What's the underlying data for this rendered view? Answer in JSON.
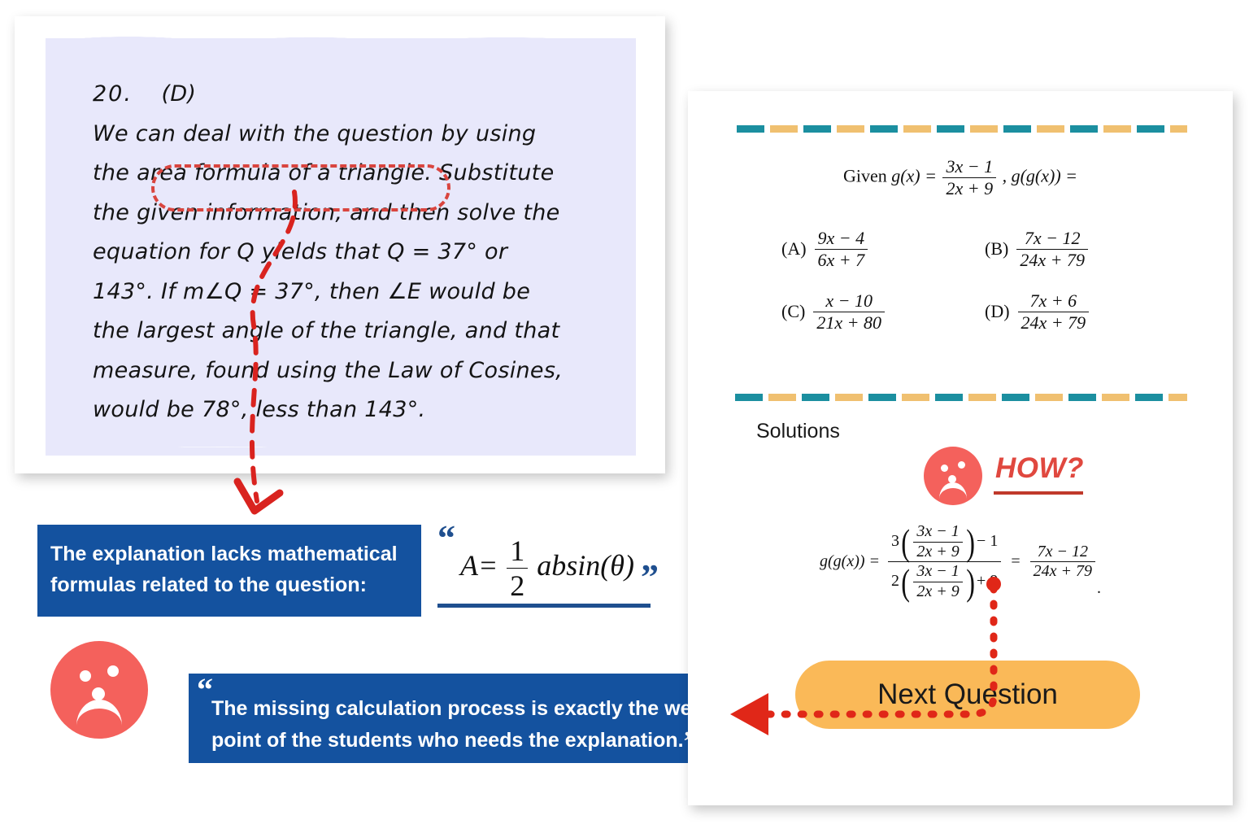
{
  "left_card": {
    "handwritten": {
      "question_number": "20.",
      "answer_letter": "(D)",
      "lines": [
        "We can deal with the question by using",
        "the area formula of a triangle.  Substitute",
        "the given information, and then solve the",
        "equation for Q yields that Q = 37° or",
        "143°. If m∠Q = 37°, then ∠E would be",
        "the largest angle of the triangle, and that",
        "measure, found using the Law of Cosines,",
        "would be 78°, less than 143°."
      ],
      "highlighted_phrase": "area formula of a triangle."
    },
    "callout_1": "The explanation lacks mathematical formulas related to the question:",
    "formula_quote": {
      "quote_open": "“",
      "quote_close": "”",
      "lhs": "A=",
      "frac_num": "1",
      "frac_den": "2",
      "rhs": "absin(θ)"
    },
    "callout_2": {
      "quote_open": "“",
      "text": "The missing calculation process is exactly the weak point of the students who needs the explanation.",
      "quote_close": "”"
    },
    "sad_icon": "sad-face-icon"
  },
  "right_card": {
    "given": {
      "prefix": "Given",
      "func": "g(x) =",
      "frac_num": "3x − 1",
      "frac_den": "2x + 9",
      "suffix": ", g(g(x)) ="
    },
    "choices": [
      {
        "label": "(A)",
        "num": "9x − 4",
        "den": "6x + 7"
      },
      {
        "label": "(B)",
        "num": "7x − 12",
        "den": "24x + 79"
      },
      {
        "label": "(C)",
        "num": "x − 10",
        "den": "21x + 80"
      },
      {
        "label": "(D)",
        "num": "7x + 6",
        "den": "24x + 79"
      }
    ],
    "solutions_label": "Solutions",
    "how_text": "HOW?",
    "sad_icon": "sad-face-icon",
    "solution_equation": {
      "lhs": "g(g(x)) =",
      "outer_num_coeff": "3",
      "inner_num": "3x − 1",
      "inner_den": "2x + 9",
      "outer_num_tail": "− 1",
      "outer_den_coeff": "2",
      "outer_den_tail": "+ 9",
      "equals": "=",
      "result_num": "7x − 12",
      "result_den": "24x + 79",
      "period": "."
    },
    "next_button": "Next Question",
    "divider_colors": {
      "teal": "#1b8fa0",
      "orange": "#f0c070"
    }
  },
  "colors": {
    "callout_blue": "#14529f",
    "sad_red": "#f4615c",
    "arrow_red": "#d9231f",
    "highlight_red": "#d9453f",
    "button_orange": "#fab958",
    "paper_lavender": "#e8e8fb",
    "how_red": "#e0483f"
  }
}
